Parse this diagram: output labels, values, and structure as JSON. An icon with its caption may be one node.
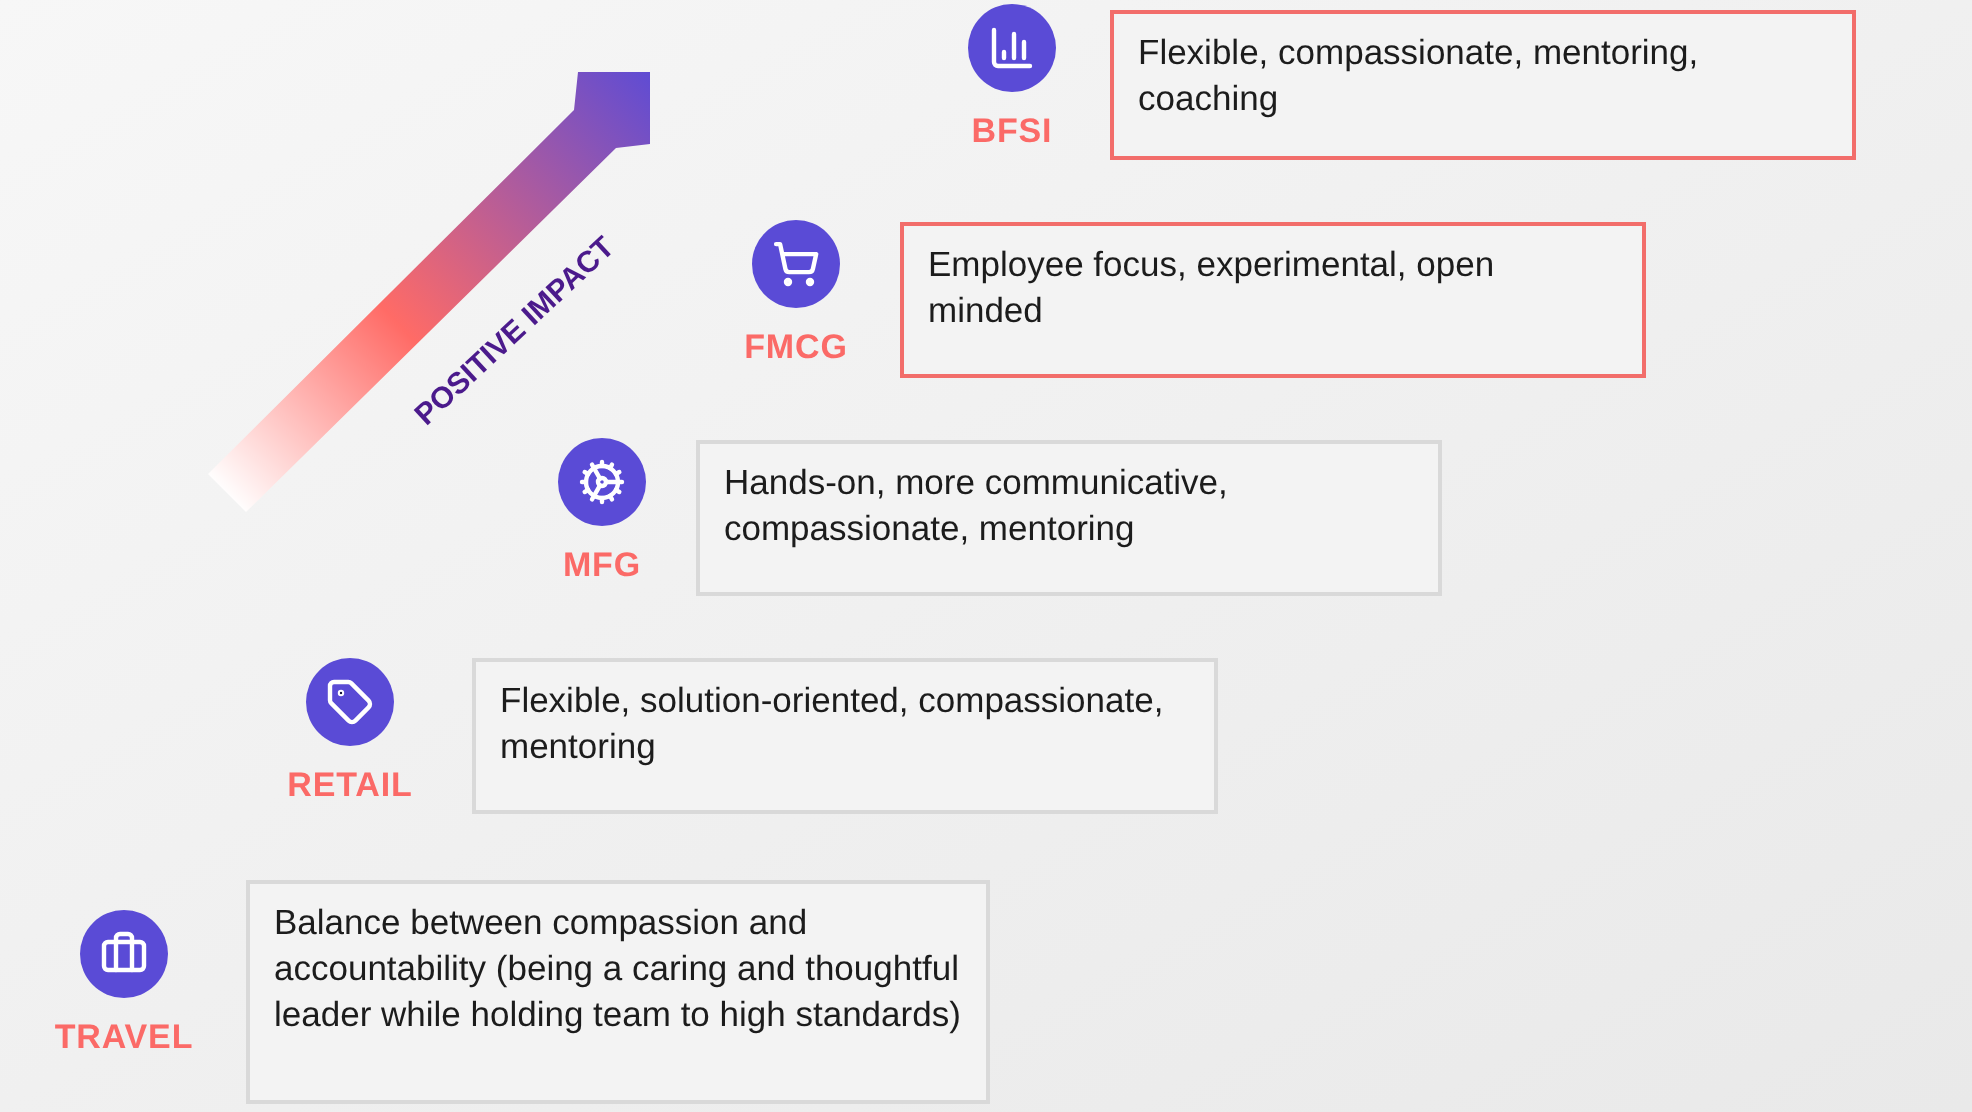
{
  "diagram": {
    "nodes": [
      {
        "text": [
          "Flexible, compassionate, mentoring, coaching"
        ],
        "beside": [
          "BFSI"
        ]
      },
      {
        "text": [
          "Employee focus, experimental, open minded"
        ],
        "beside": [
          "FMCG"
        ]
      },
      {
        "text": [
          "Hands-on, more communicative, compassionate, mentoring"
        ],
        "beside": [
          "MFG"
        ]
      },
      {
        "text": [
          "Flexible, solution-oriented, compassionate, mentoring"
        ],
        "beside": [
          "RETAIL"
        ]
      },
      {
        "text": [
          "Balance between compassion and accountability (being a caring and thoughtful leader while holding team to high standards)"
        ],
        "beside": [
          "TRAVEL"
        ]
      }
    ],
    "labels": [
      "POSITIVE IMPACT"
    ]
  }
}
